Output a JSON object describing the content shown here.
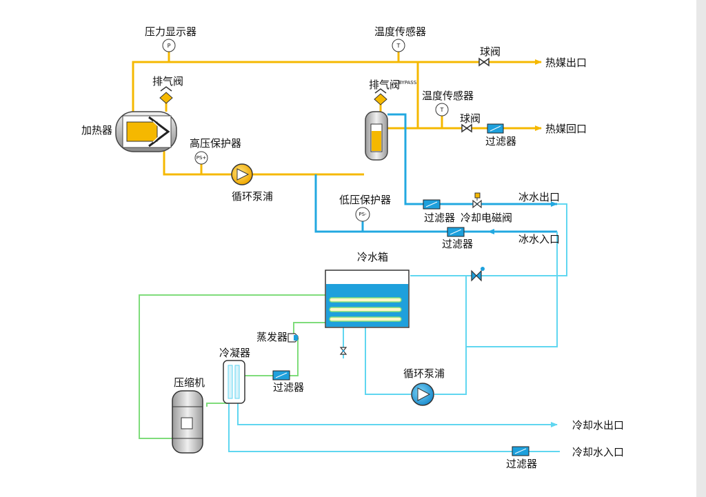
{
  "colors": {
    "hot_pipe": "#f5b800",
    "cold_pipe": "#22a8e0",
    "cooling_pipe": "#5fd6f0",
    "refrigerant_pipe": "#7edc7a",
    "water": "#1ea0dc"
  },
  "labels": {
    "pressure_display": "压力显示器",
    "temp_sensor_top": "温度传感器",
    "ball_valve_top": "球阀",
    "heat_outlet": "热媒出口",
    "vent_valve_left": "排气阀",
    "vent_valve_right": "排气阀",
    "bypass": "BYPASS",
    "temp_sensor_mid": "温度传感器",
    "ball_valve_mid": "球阀",
    "heat_return": "热媒回口",
    "heater": "加热器",
    "high_pressure_protector": "高压保护器",
    "filter_return": "过滤器",
    "pump_hot": "循环泵浦",
    "low_pressure_protector": "低压保护器",
    "filter_ice_out": "过滤器",
    "cooling_solenoid": "冷却电磁阀",
    "ice_outlet": "冰水出口",
    "filter_ice_in": "过滤器",
    "ice_inlet": "冰水入口",
    "cold_tank": "冷水箱",
    "evaporator": "蒸发器",
    "condenser": "冷凝器",
    "filter_condenser": "过滤器",
    "compressor": "压缩机",
    "pump_cold": "循环泵浦",
    "cooling_water_outlet": "冷却水出口",
    "cooling_water_inlet": "冷却水入口",
    "filter_cooling_in": "过滤器"
  },
  "gauges": {
    "pressure": "P",
    "temperature_top": "T",
    "high_pressure": "PS+",
    "temperature_mid": "T",
    "low_pressure": "PS-"
  }
}
